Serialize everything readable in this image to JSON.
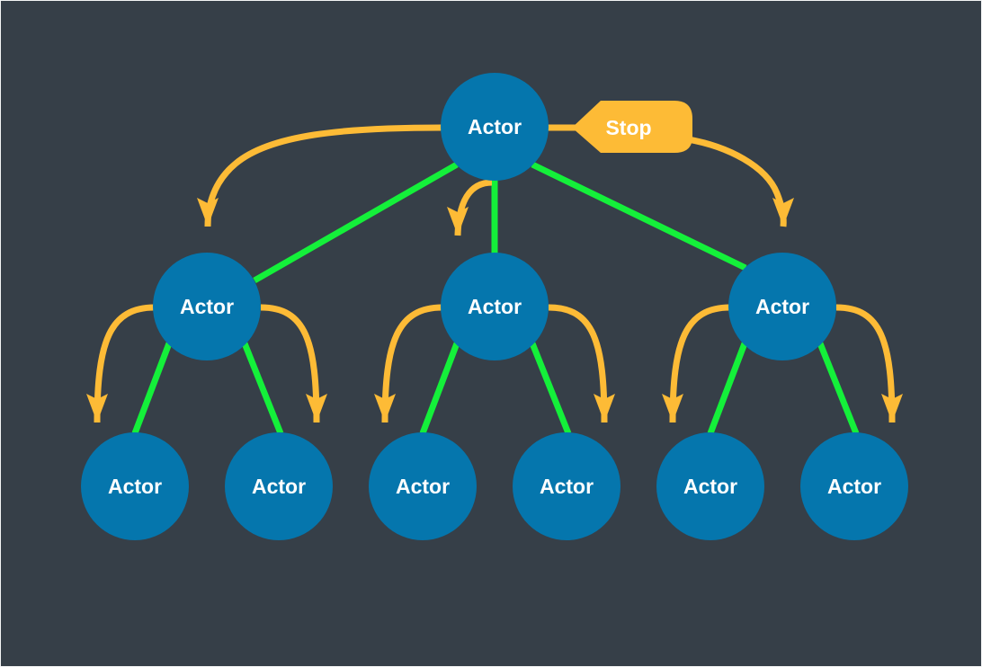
{
  "colors": {
    "background": "#363f48",
    "border": "#f3f4f5",
    "node_fill": "#0576ad",
    "supervision_link": "#14f03a",
    "stop_signal": "#fdbb36",
    "text": "#ffffff"
  },
  "nodes": [
    {
      "id": "root",
      "label": "Actor",
      "level": 0
    },
    {
      "id": "child-1",
      "label": "Actor",
      "level": 1,
      "parent": "root"
    },
    {
      "id": "child-2",
      "label": "Actor",
      "level": 1,
      "parent": "root"
    },
    {
      "id": "child-3",
      "label": "Actor",
      "level": 1,
      "parent": "root"
    },
    {
      "id": "grandchild-1",
      "label": "Actor",
      "level": 2,
      "parent": "child-1"
    },
    {
      "id": "grandchild-2",
      "label": "Actor",
      "level": 2,
      "parent": "child-1"
    },
    {
      "id": "grandchild-3",
      "label": "Actor",
      "level": 2,
      "parent": "child-2"
    },
    {
      "id": "grandchild-4",
      "label": "Actor",
      "level": 2,
      "parent": "child-2"
    },
    {
      "id": "grandchild-5",
      "label": "Actor",
      "level": 2,
      "parent": "child-3"
    },
    {
      "id": "grandchild-6",
      "label": "Actor",
      "level": 2,
      "parent": "child-3"
    }
  ],
  "stop_badge": {
    "label": "Stop"
  }
}
